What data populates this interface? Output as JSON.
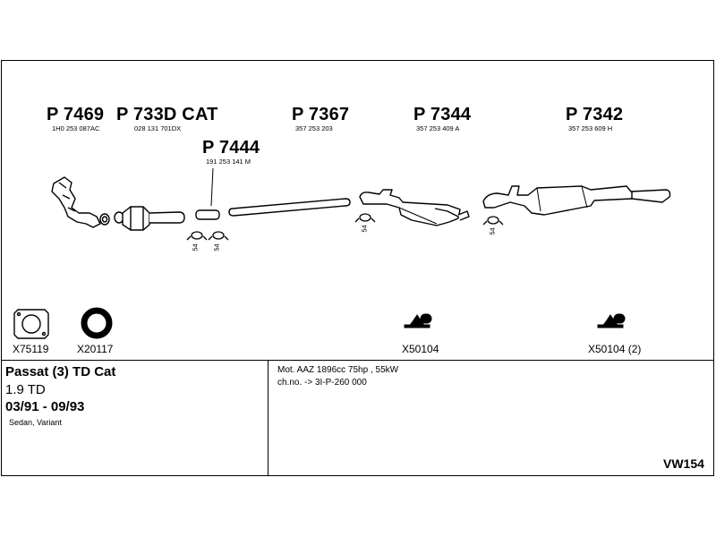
{
  "parts": [
    {
      "part_no": "P 7469",
      "oe_no": "1H0 253 087AC"
    },
    {
      "part_no": "P 733D CAT",
      "oe_no": "028 131 701DX"
    },
    {
      "part_no": "P 7444",
      "oe_no": "191 253 141 M"
    },
    {
      "part_no": "P 7367",
      "oe_no": "357 253 203"
    },
    {
      "part_no": "P 7344",
      "oe_no": "357 253 409 A"
    },
    {
      "part_no": "P 7342",
      "oe_no": "357 253 609 H"
    }
  ],
  "clamp_labels": [
    "54",
    "54",
    "54",
    "54"
  ],
  "accessories": [
    "X75119",
    "X20117",
    "X50104",
    "X50104 (2)"
  ],
  "vehicle": {
    "model": "Passat (3) TD Cat",
    "engine": "1.9 TD",
    "years": "03/91 - 09/93",
    "body": "Sedan, Variant"
  },
  "notes": {
    "motor": "Mot. AAZ 1896cc 75hp , 55kW",
    "chassis": "ch.no. -> 3I-P-260 000"
  },
  "code": "VW154"
}
